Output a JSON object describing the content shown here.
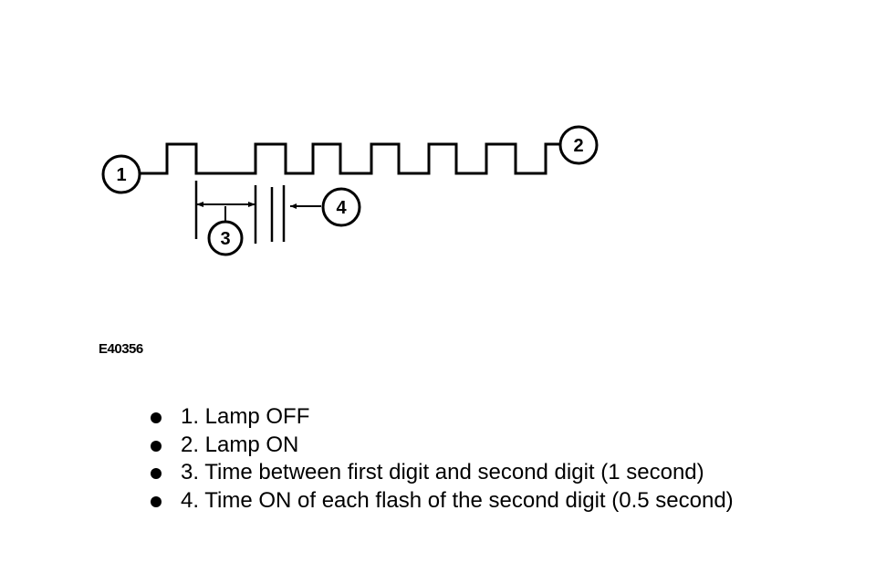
{
  "diagram": {
    "callouts": {
      "lamp_off": "1",
      "lamp_on": "2",
      "time_between_digits": "3",
      "time_on_flash": "4"
    },
    "figure_id": "E40356"
  },
  "legend": {
    "items": [
      "1. Lamp OFF",
      "2. Lamp ON",
      "3. Time between first digit and second digit (1 second)",
      "4. Time ON of each flash of the second digit (0.5 second)"
    ]
  }
}
